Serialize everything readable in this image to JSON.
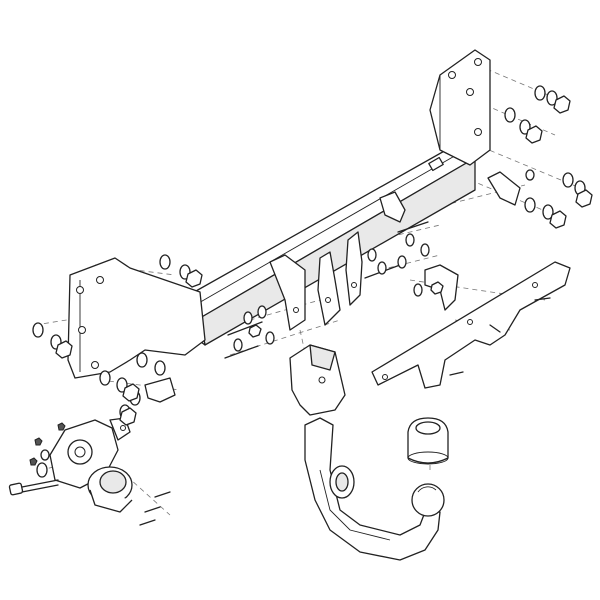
{
  "diagram": {
    "style": "exploded-view line drawing",
    "colors": {
      "line": "#222222",
      "shade": "#e9e9e9",
      "background": "#ffffff",
      "leader": "#777777"
    },
    "parts": [
      "tow-bar-crossbeam",
      "left-mounting-plate",
      "right-mounting-plate",
      "center-brackets",
      "socket-bracket",
      "electrical-socket",
      "socket-housing",
      "detachable-ball-neck",
      "tow-ball-cap",
      "receiver-tube",
      "lower-support-strap",
      "small-side-brackets",
      "bolts-nuts-washers"
    ]
  }
}
